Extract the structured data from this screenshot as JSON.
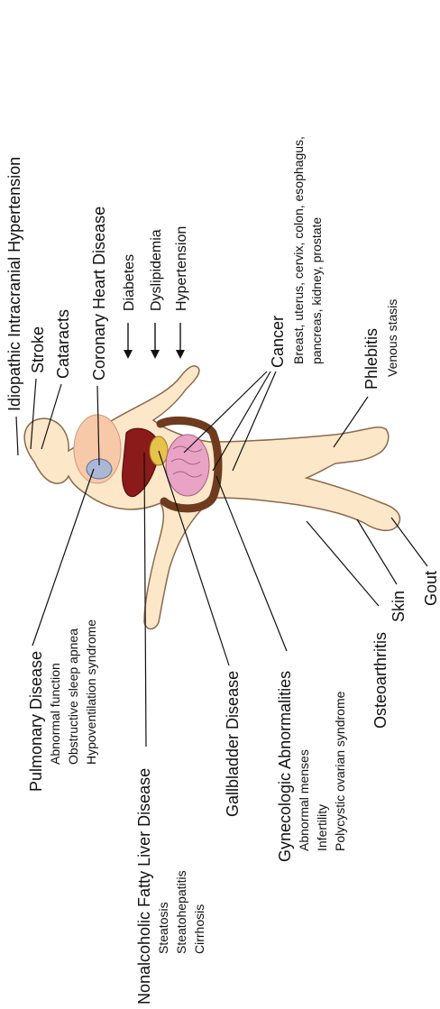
{
  "labels": {
    "iih": "Idiopathic Intracranial Hypertension",
    "stroke": "Stroke",
    "cataracts": "Cataracts",
    "chd": "Coronary Heart Disease",
    "diabetes": "Diabetes",
    "dyslipidemia": "Dyslipidemia",
    "hypertension": "Hypertension",
    "cancer": "Cancer",
    "cancer_line1": "Breast, uterus, cervix, colon, esophagus,",
    "cancer_line2": "pancreas, kidney, prostate",
    "phlebitis": "Phlebitis",
    "venous_stasis": "Venous stasis",
    "gout": "Gout",
    "skin": "Skin",
    "osteoarthritis": "Osteoarthritis",
    "gyn": "Gynecologic Abnormalities",
    "gyn_1": "Abnormal menses",
    "gyn_2": "Infertility",
    "gyn_3": "Polycystic ovarian syndrome",
    "gallbladder": "Gallbladder Disease",
    "nafld": "Nonalcoholic Fatty Liver Disease",
    "nafld_1": "Steatosis",
    "nafld_2": "Steatohepatitis",
    "nafld_3": "Cirrhosis",
    "pulmonary": "Pulmonary Disease",
    "pulm_1": "Abnormal function",
    "pulm_2": "Obstructive sleep apnea",
    "pulm_3": "Hypoventilation syndrome"
  },
  "colors": {
    "skin": "#fde7c9",
    "outline": "#8a6a4a",
    "liver": "#8b1a1a",
    "intestine": "#e9a3c4",
    "colon": "#6e3b1e",
    "lungs": "#f7c9a8",
    "heart": "#aab8d6",
    "gallbladder": "#e6c34a"
  }
}
